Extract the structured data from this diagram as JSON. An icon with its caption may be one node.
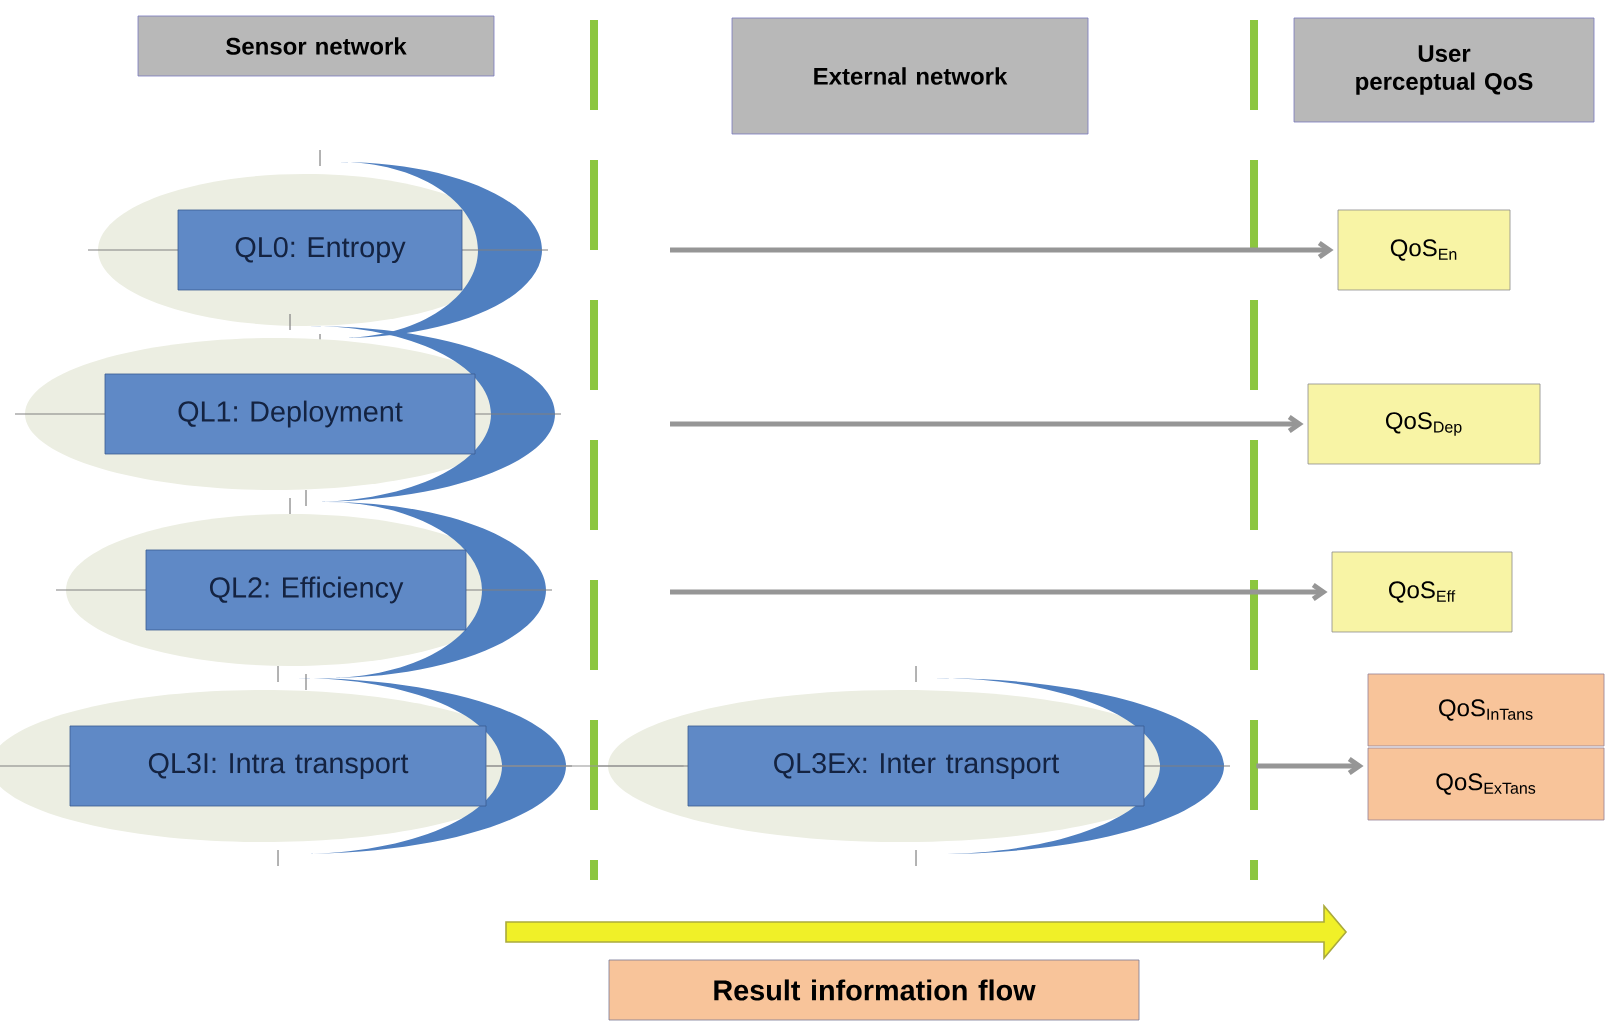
{
  "diagram": {
    "nodes": [
      {
        "text": [
          "Sensor network"
        ]
      },
      {
        "text": [
          "External network"
        ]
      },
      {
        "text": [
          "User perceptual QoS"
        ]
      },
      {
        "text": [
          "QL0: Entropy"
        ]
      },
      {
        "text": [
          "QoS$_{En}$"
        ]
      },
      {
        "text": [
          "QL1: Deployment"
        ]
      },
      {
        "text": [
          "QoS$_{Dep}$"
        ]
      },
      {
        "text": [
          "QL2: Efficiency"
        ]
      },
      {
        "text": [
          "QoS$_{Eff}$"
        ]
      },
      {
        "text": [
          "QL3I: Intra transport"
        ]
      },
      {
        "text": [
          "QL3Ex: Inter transport"
        ]
      },
      {
        "text": [
          "QoS$_{InTans}$"
        ]
      },
      {
        "text": [
          "QoS$_{ExTans}$"
        ]
      },
      {
        "text": [
          "Result information flow"
        ]
      }
    ],
    "edges": [
      {
        "from": null,
        "to": 4,
        "arrow": "to"
      },
      {
        "from": null,
        "to": 6,
        "arrow": "to"
      },
      {
        "from": null,
        "to": 8,
        "arrow": "to"
      },
      {
        "from": 9,
        "to": 10,
        "arrow": "none"
      },
      {
        "from": 10,
        "to": 11,
        "arrow": "to"
      }
    ]
  }
}
